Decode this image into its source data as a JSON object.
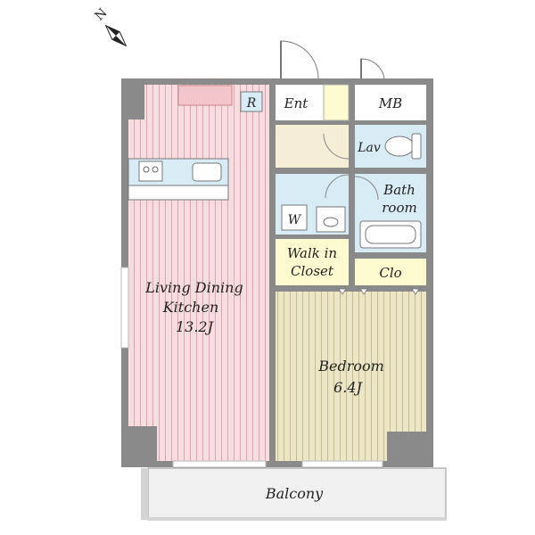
{
  "compass": {
    "label": "N"
  },
  "rooms": {
    "ldk": {
      "line1": "Living Dining",
      "line2": "Kitchen",
      "size": "13.2J"
    },
    "bedroom": {
      "name": "Bedroom",
      "size": "6.4J"
    },
    "entrance": {
      "name": "Ent"
    },
    "meter_box": {
      "name": "MB"
    },
    "lavatory": {
      "name": "Lav"
    },
    "bathroom": {
      "line1": "Bath",
      "line2": "room"
    },
    "washer": {
      "name": "W"
    },
    "walk_in_closet": {
      "line1": "Walk in",
      "line2": "Closet"
    },
    "closet": {
      "name": "Clo"
    },
    "refrigerator": {
      "name": "R"
    },
    "balcony": {
      "name": "Balcony"
    }
  },
  "colors": {
    "ldk_floor": "#f6dde0",
    "ldk_stripe": "#e8a7b0",
    "bedroom_floor": "#ece6c8",
    "bedroom_stripe": "#cdbf8a",
    "closet": "#fffbd0",
    "wet_area": "#d7ecf4",
    "entrance_floor": "#f5edd5",
    "wall": "#8a8a8a"
  }
}
